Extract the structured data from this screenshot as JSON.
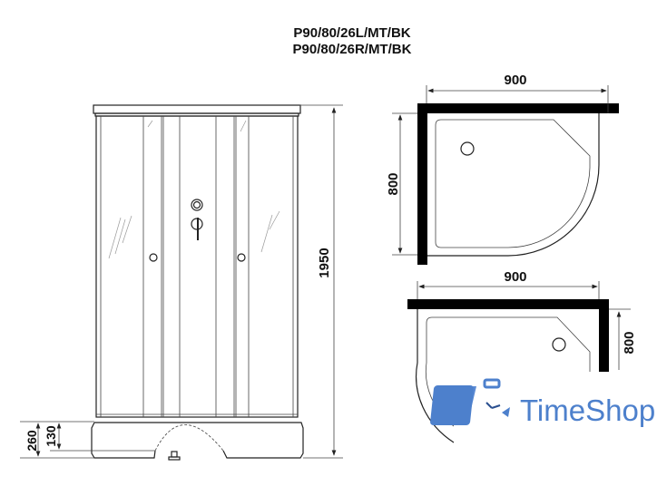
{
  "title": {
    "line1": "P90/80/26L/MT/BK",
    "line2": "P90/80/26R/MT/BK"
  },
  "front_view": {
    "height_total": "1950",
    "tray_height": "260",
    "step_height": "130"
  },
  "top_view_left": {
    "width": "900",
    "depth": "800"
  },
  "top_view_right": {
    "width": "900",
    "depth": "800"
  },
  "watermark": {
    "brand": "TimeShop",
    "color": "#4d80cc",
    "icon": "suitcase-clock-icon"
  },
  "colors": {
    "frame": "#000000",
    "lines": "#222222"
  }
}
